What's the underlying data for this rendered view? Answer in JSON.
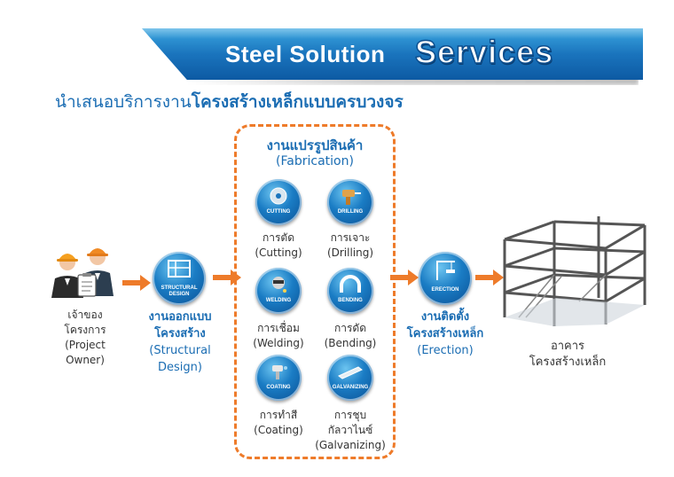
{
  "header": {
    "title_part1": "Steel Solution",
    "title_part2": "Services"
  },
  "subtitle": {
    "normal": "นำเสนอบริการงาน",
    "bold": "โครงสร้างเหล็กแบบครบวงจร"
  },
  "fabrication": {
    "title": "งานแปรรูปสินค้า",
    "subtitle": "(Fabrication)",
    "items": [
      {
        "icon_text": "CUTTING",
        "label_th": "การตัด",
        "label_en": "(Cutting)"
      },
      {
        "icon_text": "DRILLING",
        "label_th": "การเจาะ",
        "label_en": "(Drilling)"
      },
      {
        "icon_text": "WELDING",
        "label_th": "การเชื่อม",
        "label_en": "(Welding)"
      },
      {
        "icon_text": "BENDING",
        "label_th": "การดัด",
        "label_en": "(Bending)"
      },
      {
        "icon_text": "COATING",
        "label_th": "การทำสี",
        "label_en": "(Coating)"
      },
      {
        "icon_text": "GALVANIZING",
        "label_th1": "การชุบ",
        "label_th2": "กัลวาไนซ์",
        "label_en": "(Galvanizing)"
      }
    ]
  },
  "owner": {
    "line1": "เจ้าของ",
    "line2": "โครงการ",
    "line3": "(Project",
    "line4": "Owner)"
  },
  "design": {
    "icon_text1": "STRUCTURAL",
    "icon_text2": "DESIGN",
    "line1": "งานออกแบบ",
    "line2": "โครงสร้าง",
    "line3": "(Structural",
    "line4": "Design)"
  },
  "erection": {
    "icon_text": "ERECTION",
    "line1": "งานติดตั้ง",
    "line2": "โครงสร้างเหล็ก",
    "line3": "(Erection)"
  },
  "building": {
    "line1": "อาคาร",
    "line2": "โครงสร้างเหล็ก"
  },
  "colors": {
    "accent_blue": "#1b6db3",
    "accent_orange": "#ee7b2a"
  }
}
